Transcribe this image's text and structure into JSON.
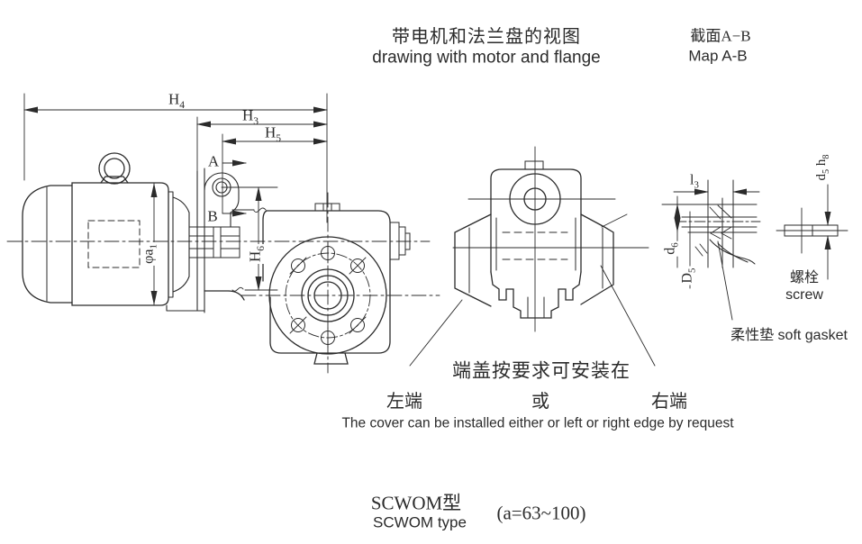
{
  "titles": {
    "main_cn": "带电机和法兰盘的视图",
    "main_en": "drawing with motor and flange",
    "section_cn": "截面A−B",
    "section_en": "Map A-B"
  },
  "dimensions": {
    "h4": {
      "base": "H",
      "sub": "4"
    },
    "h3": {
      "base": "H",
      "sub": "3"
    },
    "h5": {
      "base": "H",
      "sub": "5"
    },
    "h6": {
      "base": "H",
      "sub": "6"
    },
    "phi_a1": {
      "base": "φa",
      "sub": "1"
    },
    "section_a": "A",
    "section_b": "B",
    "l3": {
      "base": "l",
      "sub": "3"
    },
    "d6": {
      "base": "d",
      "sub": "6"
    },
    "D5": {
      "base": "D",
      "sub": "5"
    },
    "d5": {
      "base": "d",
      "sub": "5"
    },
    "h8": {
      "base": "h",
      "sub": "8"
    }
  },
  "cover_note": {
    "cn": "端盖按要求可安装在",
    "left_cn": "左端",
    "or_cn": "或",
    "right_cn": "右端",
    "en": "The cover can be installed either or left or right edge by request"
  },
  "parts": {
    "gasket_cn": "柔性垫",
    "gasket_en": "soft gasket",
    "screw_cn": "螺栓",
    "screw_en": "screw"
  },
  "model": {
    "name_cn": "SCWOM型",
    "name_en": "SCWOM type",
    "range": "(a=63~100)"
  },
  "colors": {
    "line": "#2b2b2b",
    "background": "#ffffff"
  }
}
